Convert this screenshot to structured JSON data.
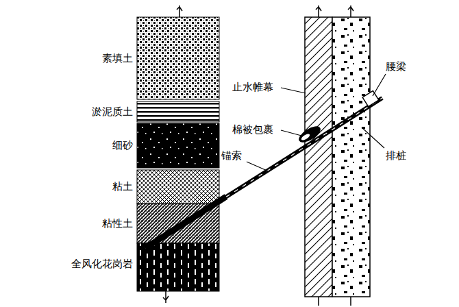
{
  "diagram": {
    "labels": [
      "素填土",
      "淤泥质土",
      "细砂",
      "粘土",
      "粘性土",
      "全风化花岗岩",
      "止水帷幕",
      "棉被包裹",
      "锚索",
      "腰梁",
      "排桩"
    ]
  }
}
